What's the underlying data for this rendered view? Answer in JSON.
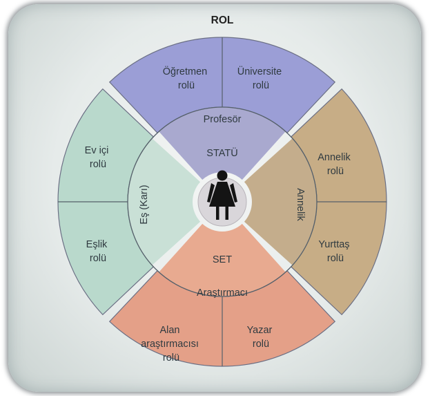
{
  "title": "ROL",
  "center": {
    "icon": "woman-figure-icon"
  },
  "sectors": {
    "top": {
      "color": "#9b9ed6",
      "inner_color": "#a9a9cf",
      "status_line1": "Profesör",
      "status_line2": "STATÜ",
      "roles": [
        [
          "Öğretmen",
          "rolü"
        ],
        [
          "Üniversite",
          "rolü"
        ]
      ]
    },
    "right": {
      "color": "#c7ad86",
      "inner_color": "#c4ad8c",
      "status": "Annelik",
      "roles": [
        [
          "Annelik",
          "rolü"
        ],
        [
          "Yurttaş",
          "rolü"
        ]
      ]
    },
    "bottom": {
      "color": "#e4a088",
      "inner_color": "#e8aa90",
      "status_line1": "SET",
      "status_line2": "Araştırmacı",
      "roles": [
        [
          "Alan",
          "araştırmacısı",
          "rolü"
        ],
        [
          "Yazar",
          "rolü"
        ]
      ]
    },
    "left": {
      "color": "#b9d9cc",
      "inner_color": "#c9e0d6",
      "status": "Eş (Karı)",
      "roles": [
        [
          "Ev içi",
          "rolü"
        ],
        [
          "Eşlik",
          "rolü"
        ]
      ]
    }
  }
}
